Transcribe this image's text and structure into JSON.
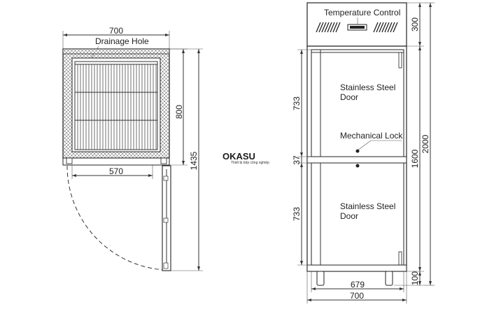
{
  "plan_view": {
    "width_dim": "700",
    "drainage_label": "Drainage Hole",
    "depth_dim": "800",
    "inner_dim": "570",
    "total_depth_dim": "1435"
  },
  "front_view": {
    "temperature_label": "Temperature Control",
    "top_dim": "300",
    "upper_door_label_1": "Stainless Steel",
    "upper_door_label_2": "Door",
    "lock_label": "Mechanical Lock",
    "lower_door_label_1": "Stainless Steel",
    "lower_door_label_2": "Door",
    "upper_door_dim": "733",
    "gap_dim": "37",
    "lower_door_dim": "733",
    "total_height_dim": "2000",
    "body_height_dim": "1600",
    "leg_dim": "100",
    "inner_width_dim": "679",
    "outer_width_dim": "700"
  },
  "watermark": {
    "brand": "OKASU",
    "tagline": "Thiết bị bếp công nghiệp"
  }
}
